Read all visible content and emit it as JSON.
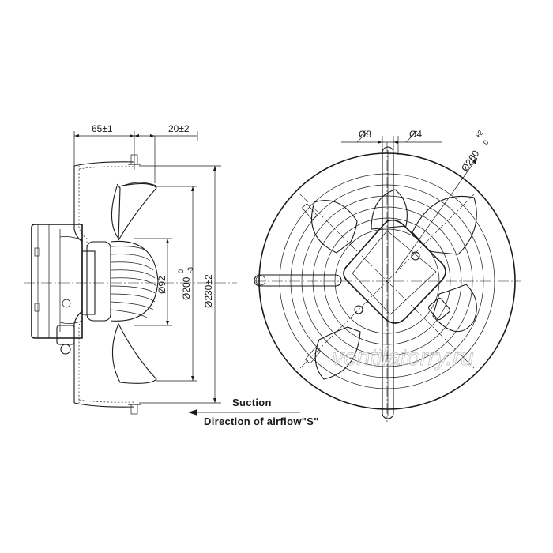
{
  "side_view": {
    "dim_left_width": "65±1",
    "dim_right_width": "20±2",
    "dim_hub_dia": "Ø92",
    "dim_blade_dia": "Ø200",
    "dim_blade_dia_tol": "0",
    "dim_blade_dia_tol_low": "-3",
    "dim_guard_dia": "Ø230±2"
  },
  "front_view": {
    "dim_wire_8": "Ø8",
    "dim_wire_4": "Ø4",
    "dim_outer_dia": "Ø260",
    "dim_outer_tol_up": "+2",
    "dim_outer_tol_low": "0"
  },
  "airflow": {
    "suction": "Suction",
    "direction": "Direction of airflow\"S\""
  },
  "watermark": "ventilatorry.ru"
}
